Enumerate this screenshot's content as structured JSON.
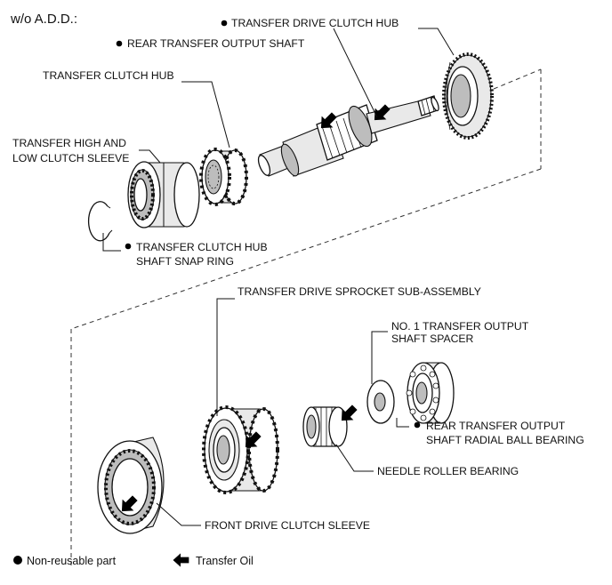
{
  "header": {
    "title": "w/o A.D.D.:"
  },
  "labels": {
    "transfer_drive_clutch_hub": "TRANSFER DRIVE CLUTCH HUB",
    "rear_transfer_output_shaft": "REAR TRANSFER OUTPUT SHAFT",
    "transfer_clutch_hub": "TRANSFER CLUTCH HUB",
    "high_low_sleeve_line1": "TRANSFER HIGH AND",
    "high_low_sleeve_line2": "LOW CLUTCH SLEEVE",
    "snap_ring_line1": "TRANSFER CLUTCH HUB",
    "snap_ring_line2": "SHAFT SNAP RING",
    "drive_sprocket": "TRANSFER DRIVE SPROCKET SUB-ASSEMBLY",
    "spacer_line1": "NO. 1 TRANSFER OUTPUT",
    "spacer_line2": "SHAFT SPACER",
    "ball_bearing_line1": "REAR TRANSFER OUTPUT",
    "ball_bearing_line2": "SHAFT RADIAL BALL BEARING",
    "needle_roller_bearing": "NEEDLE ROLLER BEARING",
    "front_drive_clutch_sleeve": "FRONT DRIVE CLUTCH SLEEVE"
  },
  "legend": {
    "non_reusable_label": "Non-reusable part",
    "transfer_oil_label": "Transfer Oil"
  },
  "icons": {
    "non_reusable": "filled-circle-icon",
    "transfer_oil": "black-arrow-icon"
  }
}
